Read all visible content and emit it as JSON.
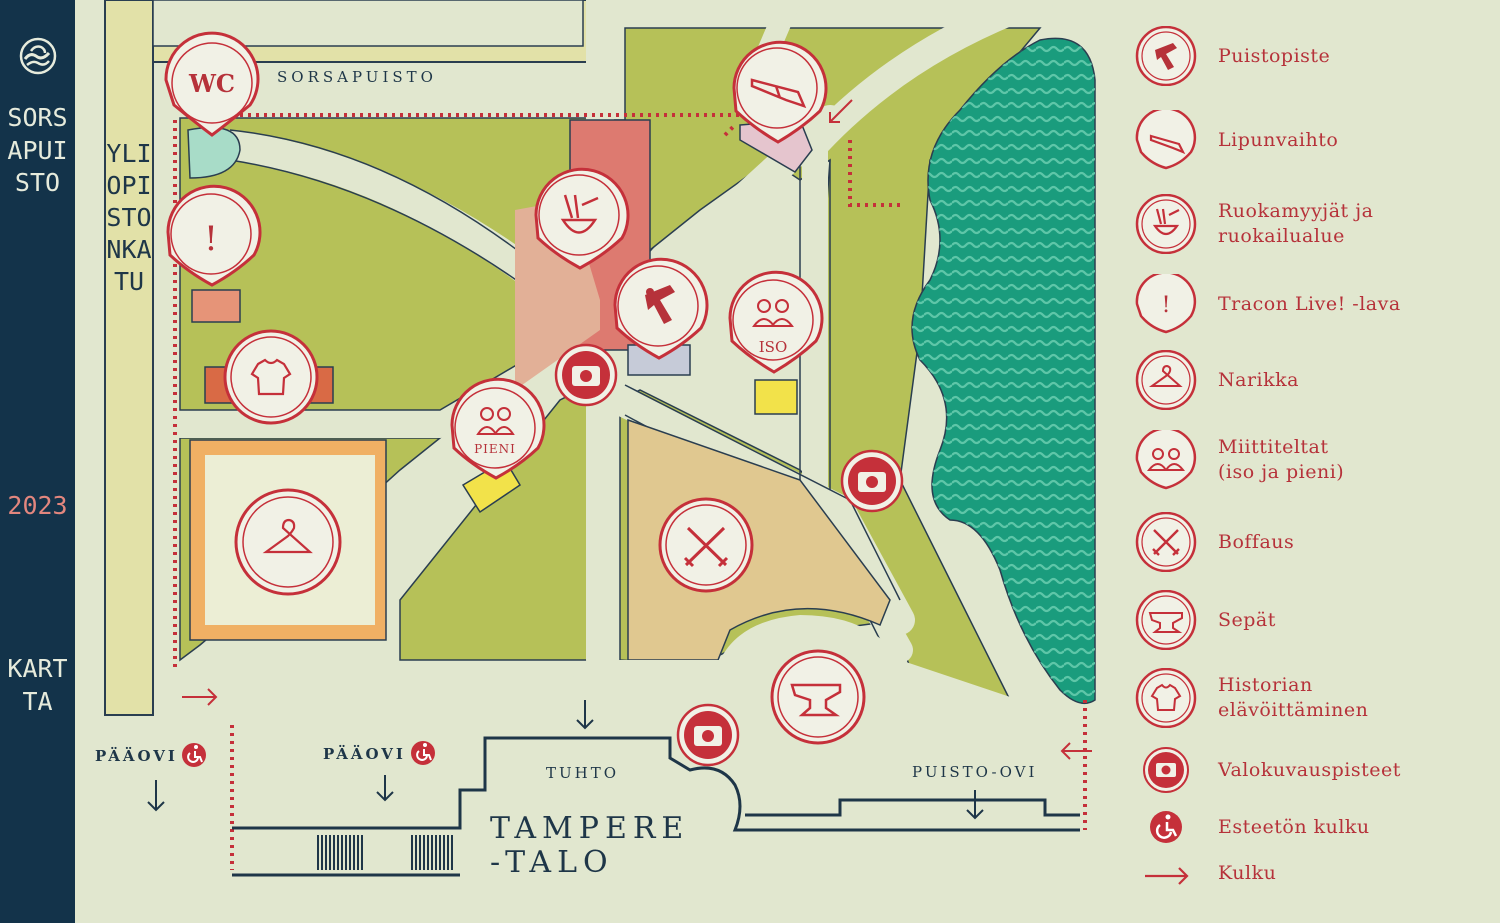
{
  "sidebar": {
    "title": "SORSAPUISTO",
    "year": "2023",
    "subtitle": "KARTTA",
    "logo_icon": "wave-logo-icon"
  },
  "map": {
    "park_name": "SORSAPUISTO",
    "street_name": "YLIOPISTONKATU",
    "building_name_line1": "TAMPERE",
    "building_name_line2": "-TALO",
    "tuhto_label": "TUHTO",
    "entrances": {
      "main_left": "PÄÄOVI",
      "main_right": "PÄÄOVI",
      "park_door": "PUISTO-OVI"
    },
    "markers": {
      "wc": "WC",
      "stage": "!",
      "tent_big": "ISO",
      "tent_small": "PIENI"
    }
  },
  "legend": [
    {
      "icon": "info-point-icon",
      "label": "Puistopiste"
    },
    {
      "icon": "ticket-exchange-icon",
      "label": "Lipunvaihto"
    },
    {
      "icon": "food-bowl-icon",
      "label": "Ruokamyyjät ja\nruokailualue"
    },
    {
      "icon": "exclamation-icon",
      "label": "Tracon Live! -lava"
    },
    {
      "icon": "hanger-icon",
      "label": "Narikka"
    },
    {
      "icon": "meetup-tents-icon",
      "label": "Miittiteltat\n(iso ja pieni)"
    },
    {
      "icon": "crossed-swords-icon",
      "label": "Boffaus"
    },
    {
      "icon": "anvil-icon",
      "label": "Sepät"
    },
    {
      "icon": "tunic-icon",
      "label": "Historian\nelävöittäminen"
    },
    {
      "icon": "camera-icon",
      "label": "Valokuvauspisteet"
    },
    {
      "icon": "accessible-icon",
      "label": "Esteetön kulku"
    },
    {
      "icon": "arrow-right-icon",
      "label": "Kulku"
    }
  ],
  "colors": {
    "sidebar_bg": "#13334a",
    "accent_red": "#b6323a",
    "lawn_green": "#b6c158",
    "water_teal": "#1a9c7d",
    "path_cream": "#e1e7cf",
    "sidebar_text": "#e6ebdc",
    "year_pink": "#e2867e"
  }
}
